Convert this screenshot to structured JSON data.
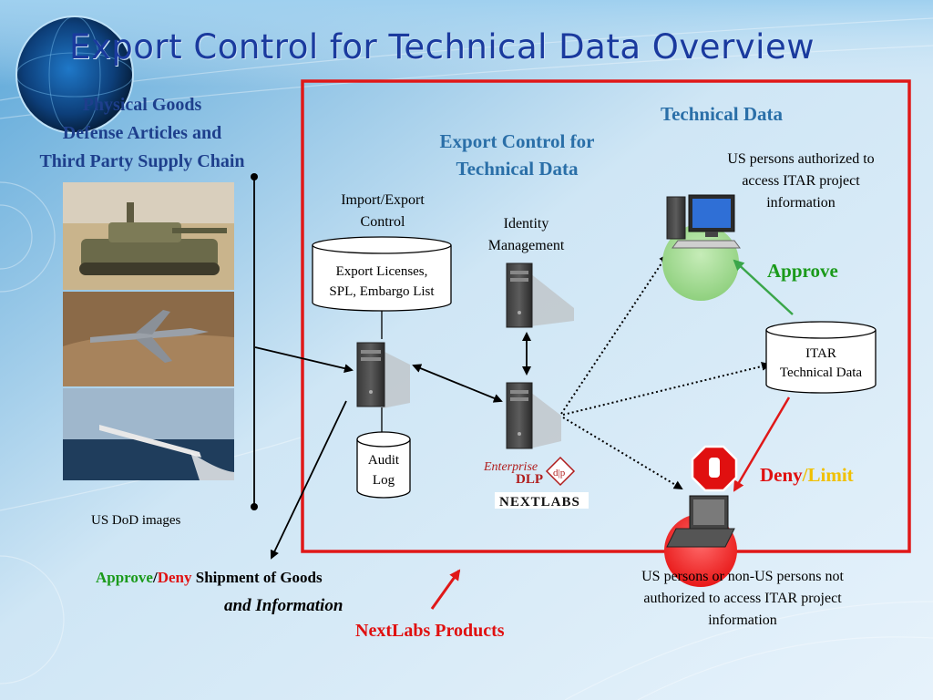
{
  "slide": {
    "title": "Export Control for Technical Data Overview"
  },
  "left_panel": {
    "heading_lines": [
      "Physical Goods",
      "Defense Articles and",
      "Third Party Supply Chain"
    ],
    "image_credit": "US DoD images"
  },
  "bottom_left": {
    "approve": "Approve",
    "slash": "/",
    "deny": "Deny",
    "shipment": " Shipment of Goods",
    "and_information": "and Information"
  },
  "center": {
    "export_control_lines": [
      "Export Control for",
      "Technical Data"
    ],
    "import_export_lines": [
      "Import/Export",
      "Control"
    ],
    "licenses_lines": [
      "Export  Licenses,",
      "SPL, Embargo List"
    ],
    "identity_lines": [
      "Identity",
      "Management"
    ],
    "audit_lines": [
      "Audit",
      "Log"
    ],
    "logo_enterprise": "Enterprise",
    "logo_dlp": "DLP",
    "logo_nextlabs": "NEXTLABS"
  },
  "right_panel": {
    "technical_data": "Technical Data",
    "authorized_lines": [
      "US persons authorized to",
      "access ITAR project",
      "information"
    ],
    "approve": "Approve",
    "itar_lines": [
      "ITAR",
      "Technical Data"
    ],
    "deny": "Deny",
    "limit": "/Limit",
    "unauthorized_lines": [
      "US persons or non-US persons not",
      "authorized to access ITAR project",
      "information"
    ]
  },
  "footer": {
    "nextlabs_products": "NextLabs Products"
  },
  "colors": {
    "title": "#1a3a9e",
    "heading_blue": "#2a6fa8",
    "approve_green": "#1a9a1a",
    "deny_red": "#e01010",
    "limit_yellow": "#f0c000",
    "frame_red": "#e01818"
  }
}
